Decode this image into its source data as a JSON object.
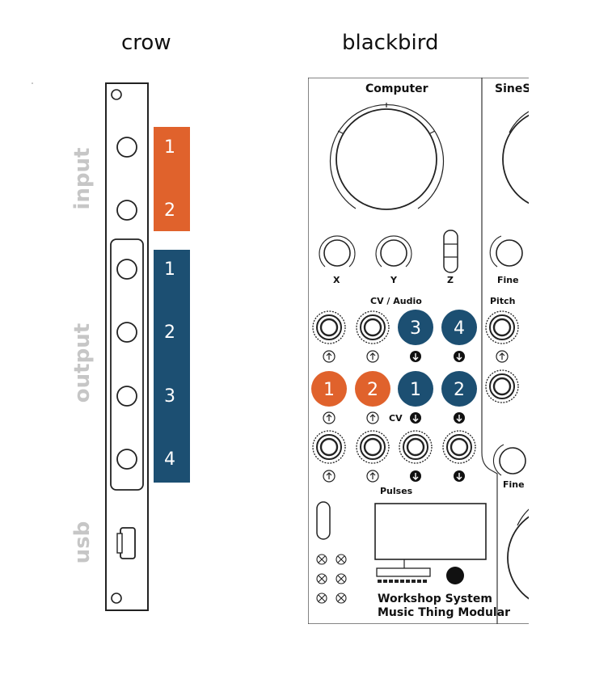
{
  "headings": {
    "crow": "crow",
    "blackbird": "blackbird"
  },
  "colors": {
    "input": "#e0622c",
    "output": "#1c4f72",
    "label_gray": "#c6c6c6"
  },
  "crow": {
    "labels": {
      "input": "input",
      "output": "output",
      "usb": "usb"
    },
    "input_numbers": [
      "1",
      "2"
    ],
    "output_numbers": [
      "1",
      "2",
      "3",
      "4"
    ]
  },
  "blackbird": {
    "panel_left": "Computer",
    "panel_right": "SineS",
    "knob_labels": [
      "X",
      "Y",
      "Z"
    ],
    "fine_label": "Fine",
    "cv_audio": "CV / Audio",
    "pitch": "Pitch",
    "cv": "CV",
    "pulses": "Pulses",
    "brand_line1": "Workshop System",
    "brand_line2": "Music Thing Modular",
    "row1_out_numbers": [
      "3",
      "4"
    ],
    "row2_in_numbers": [
      "1",
      "2"
    ],
    "row2_out_numbers": [
      "1",
      "2"
    ]
  }
}
